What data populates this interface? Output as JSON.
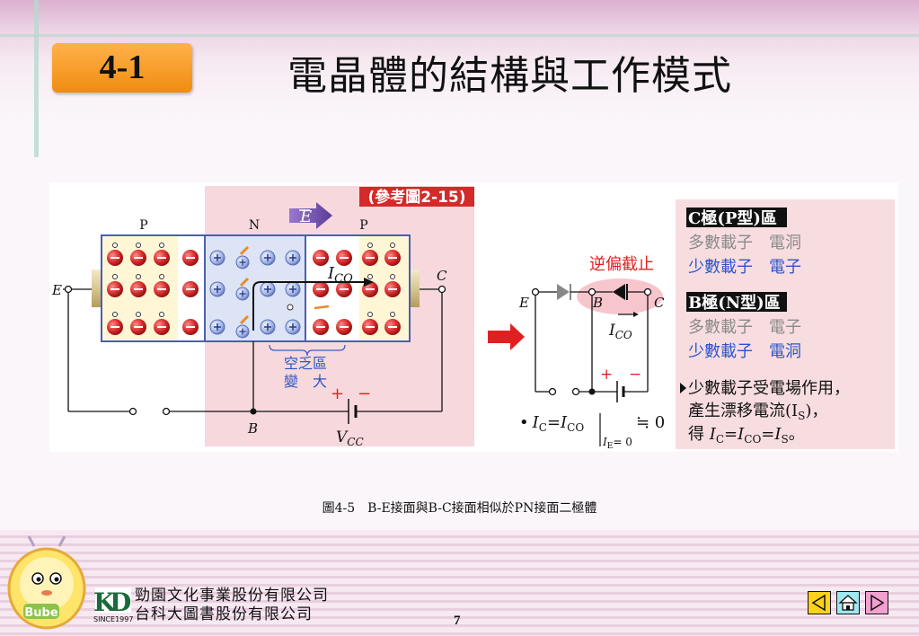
{
  "header": {
    "section_number": "4-1",
    "title": "電晶體的結構與工作模式"
  },
  "figure": {
    "reference_tag": "(參考圖2-15)",
    "field_label": "E",
    "region_labels": [
      "P",
      "N",
      "P"
    ],
    "terminal_e": "E",
    "terminal_c": "C",
    "terminal_b": "B",
    "ico_label": "I",
    "ico_sub": "CO",
    "depletion_line1": "空乏區",
    "depletion_line2": "變　大",
    "plus": "+",
    "minus": "−",
    "vcc_label": "V",
    "vcc_sub": "CC",
    "reverse_cutoff": "逆偏截止",
    "eq_bullet": "•",
    "eq_ic": "I",
    "eq_ic_sub": "C",
    "eq_equals": "=",
    "eq_ico": "I",
    "eq_ico_sub": "CO",
    "eq_condition": "I",
    "eq_condition_sub": "E",
    "eq_condition_tail": "= 0",
    "eq_approx": "≒ 0"
  },
  "info_box": {
    "c_heading": "C極(P型)區",
    "c_majority": "多數載子　電洞",
    "c_minority": "少數載子　電子",
    "b_heading": "B極(N型)區",
    "b_majority": "多數載子　電子",
    "b_minority": "少數載子　電洞",
    "note_line1": "少數載子受電場作用，",
    "note_line2": "產生漂移電流(I",
    "note_line2_sub": "S",
    "note_line2_tail": ")，",
    "note_line3_prefix": "得 ",
    "note_line3_ic": "I",
    "note_line3_ic_sub": "C",
    "note_line3_eq1": "=",
    "note_line3_ico": "I",
    "note_line3_ico_sub": "CO",
    "note_line3_eq2": "=",
    "note_line3_is": "I",
    "note_line3_is_sub": "S",
    "note_line3_tail": "。"
  },
  "caption": "圖4-5　B-E接面與B-C接面相似於PN接面二極體",
  "footer": {
    "company_line1": "勁園文化事業股份有限公司",
    "company_line2": "台科大圖書股份有限公司",
    "since": "SINCE1997",
    "mascot_label": "Bube",
    "page_number": "7"
  },
  "colors": {
    "badge": "#f59a1c",
    "depletion": "#f7d8dc",
    "hole": "#d42a2a",
    "ion_plus": "#9fb3e6",
    "arrow": "#e02020",
    "field_arrow": "#7b5bb0",
    "info_bg": "#f8dde0",
    "minority_blue": "#2a55c9"
  }
}
